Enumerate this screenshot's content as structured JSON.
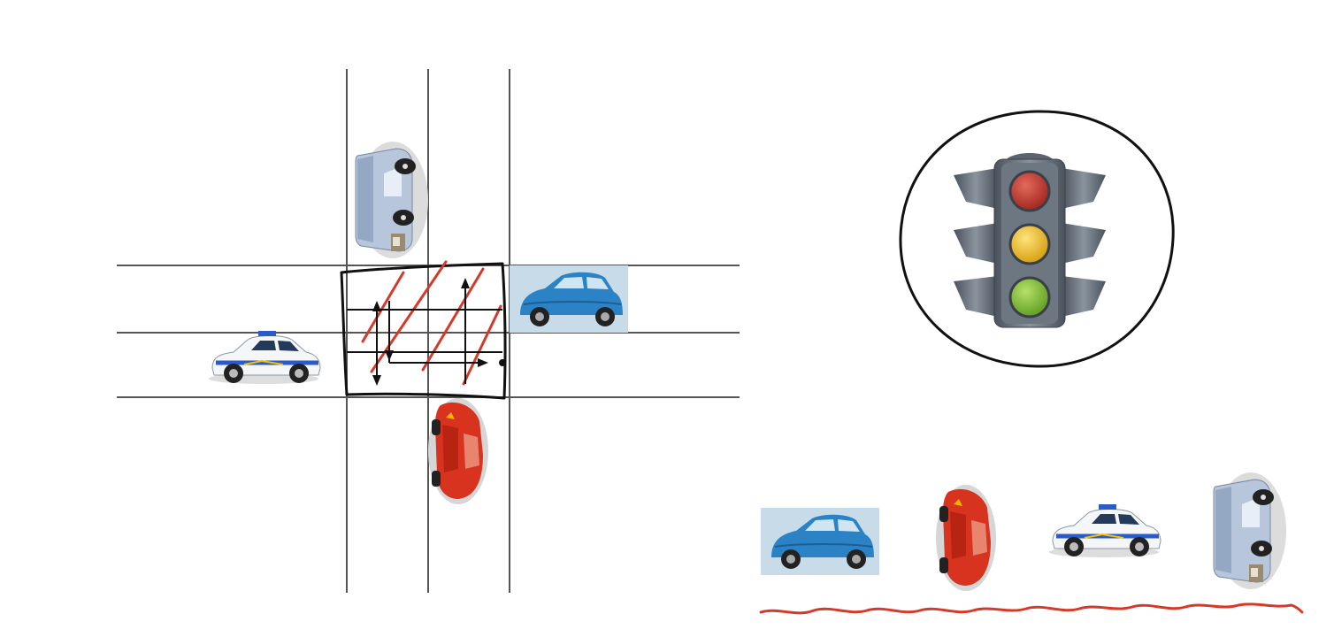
{
  "scene": {
    "intersection": {
      "vehicles": [
        {
          "kind": "truck",
          "color": "#b7c6da"
        },
        {
          "kind": "blue-car",
          "color": "#2b82c4"
        },
        {
          "kind": "police-car",
          "color": "#ffffff"
        },
        {
          "kind": "red-car",
          "color": "#d7331f"
        }
      ]
    },
    "traffic_light": {
      "lamps": [
        "red",
        "yellow",
        "green"
      ],
      "colors": {
        "red": "#c0302a",
        "yellow": "#f0c020",
        "green": "#7cb92c",
        "housing": "#5b6470"
      }
    },
    "queue": {
      "vehicles": [
        "blue-car",
        "red-car",
        "police-car",
        "truck"
      ],
      "underline_color": "#d43a2a"
    }
  }
}
